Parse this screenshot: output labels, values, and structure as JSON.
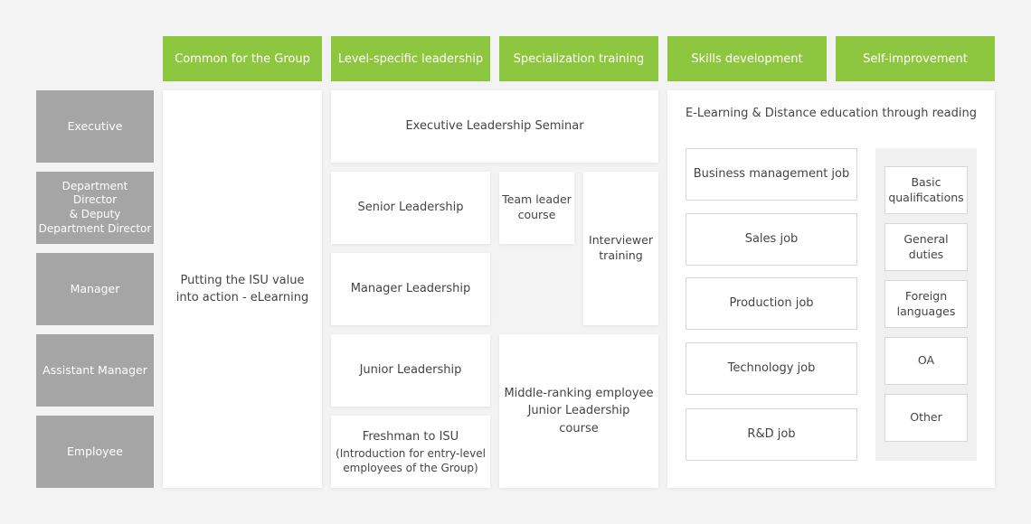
{
  "headers": [
    "Common for the Group",
    "Level-specific leadership",
    "Specialization training",
    "Skills development",
    "Self-improvement"
  ],
  "levels": [
    "Executive",
    "Department\nDirector\n& Deputy\nDepartment Director",
    "Manager",
    "Assistant Manager",
    "Employee"
  ],
  "common": {
    "isu_value": "Putting the ISU value\ninto action - eLearning"
  },
  "leadership": {
    "executive_seminar": "Executive Leadership Seminar",
    "senior": "Senior Leadership",
    "team_leader": "Team leader\ncourse",
    "interviewer": "Interviewer\ntraining",
    "manager": "Manager Leadership",
    "junior": "Junior Leadership",
    "middle_ranking": "Middle-ranking employee\nJunior Leadership\ncourse",
    "freshman_title": "Freshman to ISU",
    "freshman_sub": "(Introduction for entry-level\nemployees of the Group)"
  },
  "skills": {
    "title": "E-Learning & Distance education through reading",
    "jobs": [
      "Business management job",
      "Sales job",
      "Production job",
      "Technology job",
      "R&D job"
    ],
    "self": [
      "Basic\nqualifications",
      "General\nduties",
      "Foreign\nlanguages",
      "OA",
      "Other"
    ]
  },
  "colors": {
    "header_green": "#8dc63f",
    "level_gray": "#a5a5a5",
    "background": "#f3f3f3"
  }
}
